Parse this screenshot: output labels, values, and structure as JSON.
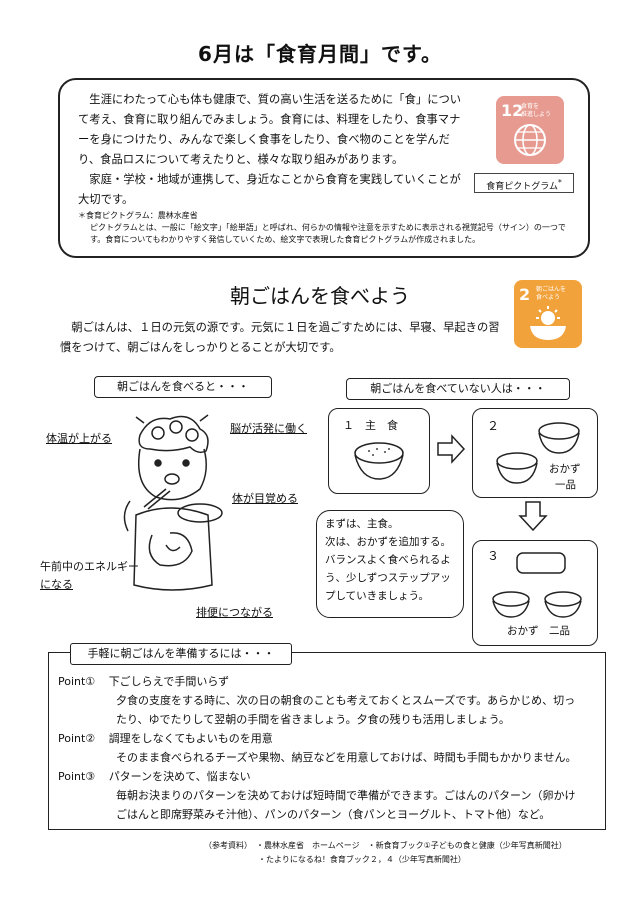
{
  "title": "6月は「食育月間」です。",
  "intro": {
    "p1": "生涯にわたって心も体も健康で、質の高い生活を送るために「食」について考え、食育に取り組んでみましょう。食育には、料理をしたり、食事マナーを身につけたり、みんなで楽しく食事をしたり、食べ物のことを学んだり、食品ロスについて考えたりと、様々な取り組みがあります。",
    "p2": "家庭・学校・地域が連携して、身近なことから食育を実践していくことが大切です。",
    "sdg12_num": "12",
    "sdg12_label": "食育を\n推進しよう",
    "sdg_caption": "食育ピクトグラム",
    "sdg_caption_mark": "*",
    "note1": "＊食育ピクトグラム：農林水産省",
    "note2": "ピクトグラムとは、一般に「絵文字」「絵単語」と呼ばれ、何らかの情報や注意を示すために表示される視覚記号（サイン）の一つです。食育についてもわかりやすく発信していくため、絵文字で表現した食育ピクトグラムが作成されました。"
  },
  "section2": {
    "heading": "朝ごはんを食べよう",
    "sdg2_num": "2",
    "sdg2_label": "朝ごはんを\n食べよう",
    "body": "朝ごはんは、１日の元気の源です。元気に１日を過ごすためには、早寝、早起きの習慣をつけて、朝ごはんをしっかりとることが大切です。"
  },
  "left": {
    "tag": "朝ごはんを食べると・・・",
    "labels": [
      "体温が上がる",
      "脳が活発に働く",
      "体が目覚める",
      "午前中のエネルギー",
      "になる",
      "排便につながる"
    ]
  },
  "right": {
    "tag": "朝ごはんを食べていない人は・・・",
    "p1_label": "１　主　食",
    "p2_num": "２",
    "p2_a": "おかず",
    "p2_b": "一品",
    "p3_num": "３",
    "p3_a": "おかず　二品",
    "speech": [
      "まずは、主食。",
      "次は、おかずを追加する。",
      "バランスよく食べられるよ",
      "う、少しずつステップアッ",
      "プしていきましょう。"
    ]
  },
  "tips": {
    "title": "手軽に朝ごはんを準備するには・・・",
    "items": [
      {
        "point": "Point①",
        "head": "下ごしらえで手間いらず",
        "l1": "夕食の支度をする時に、次の日の朝食のことも考えておくとスムーズです。あらかじめ、切っ",
        "l2": "たり、ゆでたりして翌朝の手間を省きましょう。夕食の残りも活用しましょう。"
      },
      {
        "point": "Point②",
        "head": "調理をしなくてもよいものを用意",
        "l1": "そのまま食べられるチーズや果物、納豆などを用意しておけば、時間も手間もかかりません。",
        "l2": ""
      },
      {
        "point": "Point③",
        "head": "パターンを決めて、悩まない",
        "l1": "毎朝お決まりのパターンを決めておけば短時間で準備ができます。ごはんのパターン（卵かけ",
        "l2": "ごはんと即席野菜みそ汁他）、パンのパターン（食パンとヨーグルト、トマト他）など。"
      }
    ]
  },
  "references": {
    "r1": "（参考資料）　・農林水産省　ホームページ　・新食育ブック①子どもの食と健康（少年写真新聞社）",
    "r2": "・たよりになるね！食育ブック２，４（少年写真新聞社）"
  }
}
